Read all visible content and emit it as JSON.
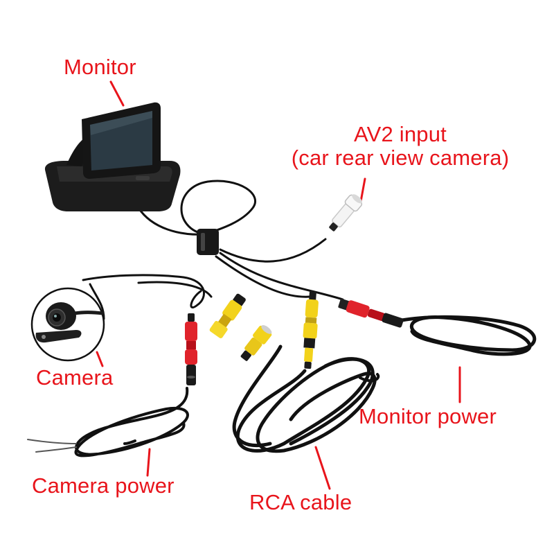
{
  "colors": {
    "label": "#e8141b",
    "cable": "#111111",
    "rca_yellow": "#f2d21b",
    "rca_red": "#e0232b",
    "rca_white": "#f4f4f4",
    "monitor_body": "#1c1c1c",
    "screen": "#2b3a44"
  },
  "labels": {
    "monitor": "Monitor",
    "av2_line1": "AV2 input",
    "av2_line2": "(car rear view camera)",
    "camera": "Camera",
    "monitor_power": "Monitor power",
    "camera_power": "Camera power",
    "rca_cable": "RCA cable"
  },
  "icons": {
    "monitor": "folding-lcd-monitor-icon",
    "camera": "rear-view-camera-icon",
    "connector_rca": "rca-plug-icon"
  }
}
